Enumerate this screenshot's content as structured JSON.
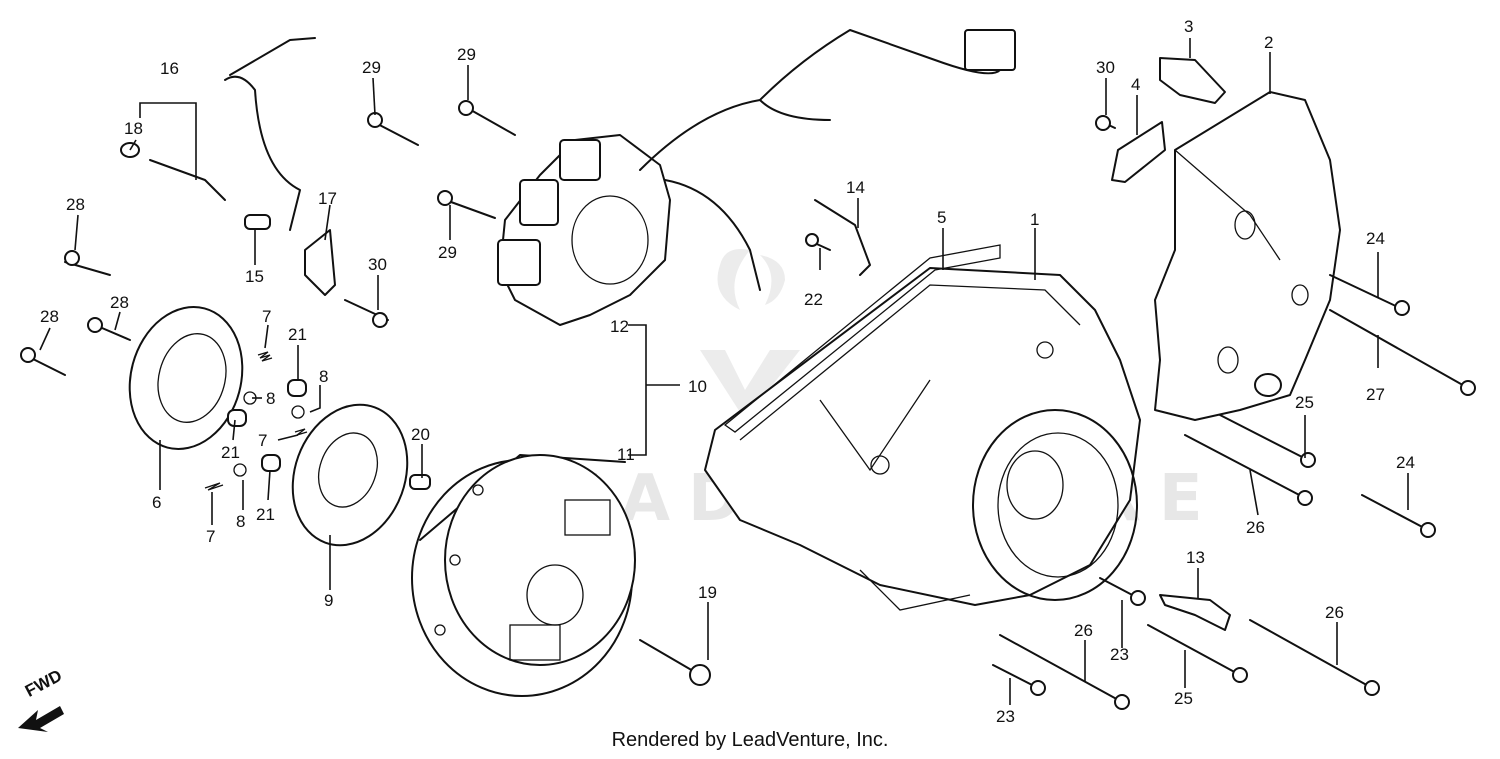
{
  "watermark": "LEADVENTURE",
  "credit": "Rendered by LeadVenture, Inc.",
  "direction": "FWD",
  "callouts": {
    "c1": "1",
    "c2": "2",
    "c3": "3",
    "c4": "4",
    "c5": "5",
    "c6": "6",
    "c7a": "7",
    "c7b": "7",
    "c7c": "7",
    "c8a": "8",
    "c8b": "8",
    "c8c": "8",
    "c9": "9",
    "c10": "10",
    "c11": "11",
    "c12": "12",
    "c13": "13",
    "c14": "14",
    "c15": "15",
    "c16": "16",
    "c17": "17",
    "c18": "18",
    "c19": "19",
    "c20": "20",
    "c21a": "21",
    "c21b": "21",
    "c21c": "21",
    "c22": "22",
    "c23a": "23",
    "c23b": "23",
    "c24a": "24",
    "c24b": "24",
    "c25a": "25",
    "c25b": "25",
    "c26a": "26",
    "c26b": "26",
    "c26c": "26",
    "c27": "27",
    "c28a": "28",
    "c28b": "28",
    "c28c": "28",
    "c29a": "29",
    "c29b": "29",
    "c29c": "29",
    "c30a": "30",
    "c30b": "30"
  }
}
